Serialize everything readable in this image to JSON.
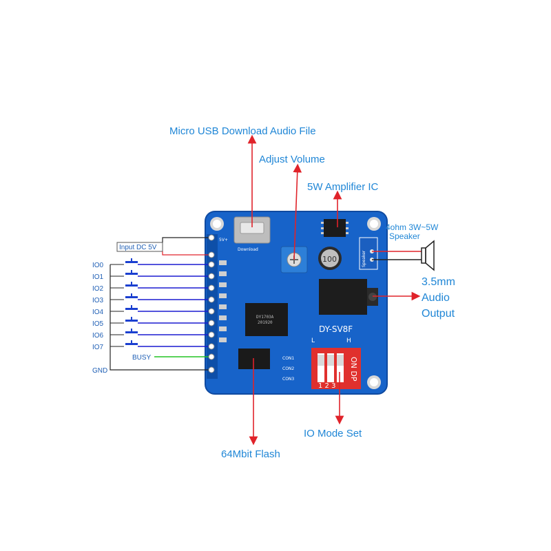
{
  "labels": {
    "usb": "Micro USB Download Audio File",
    "volume": "Adjust Volume",
    "amp": "5W Amplifier  IC",
    "speaker_line1": "4ohm 3W~5W",
    "speaker_line2": "Speaker",
    "jack_line1": "3.5mm",
    "jack_line2": "Audio",
    "jack_line3": "Output",
    "iomode": "IO Mode Set",
    "flash": "64Mbit Flash",
    "input_dc": "Input DC 5V",
    "busy": "BUSY",
    "gnd": "GND"
  },
  "io_pins": [
    "IO0",
    "IO1",
    "IO2",
    "IO3",
    "IO4",
    "IO5",
    "IO6",
    "IO7"
  ],
  "board": {
    "model": "DY-SV8F",
    "switch_low": "L",
    "switch_high": "H",
    "con1": "CON1",
    "con2": "CON2",
    "con3": "CON3",
    "dip_on": "ON DP",
    "dip_nums": "1 2 3",
    "silk_speaker": "Speaker",
    "silk_download": "Download",
    "silk_5v": "5V+",
    "chip_main": "DY1703A",
    "chip_main_sub": "201920",
    "cap_value": "100"
  },
  "colors": {
    "label": "#1f86d6",
    "arrow": "#e0232a",
    "io_wire": "#1a1ad0",
    "busy_wire": "#22c322",
    "board": "#1763c9"
  }
}
